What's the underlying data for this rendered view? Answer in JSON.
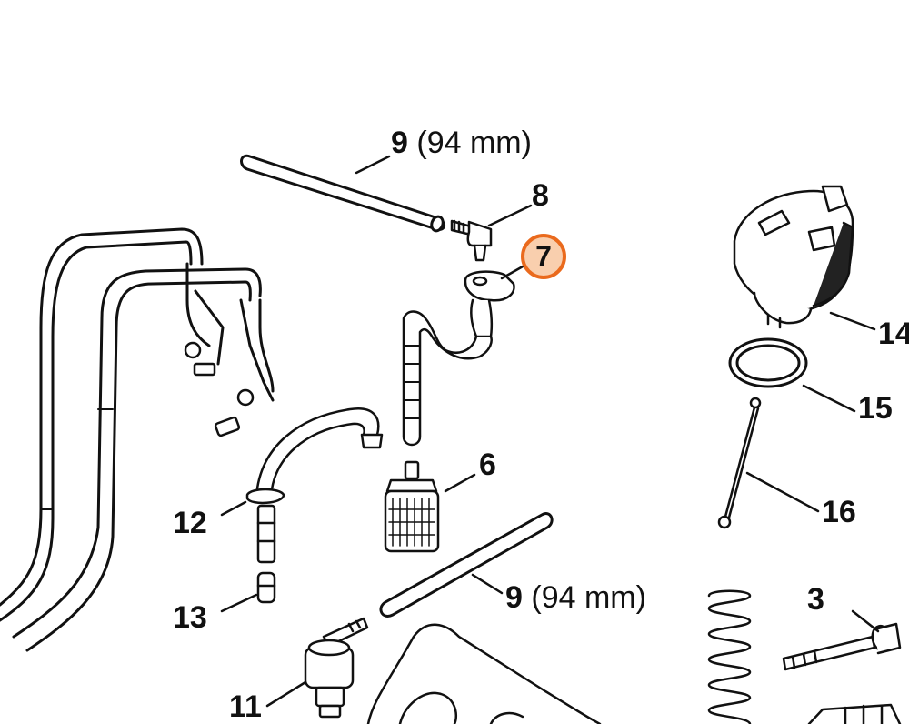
{
  "callouts": {
    "c3": "3",
    "c6": "6",
    "c7": "7",
    "c8": "8",
    "c9_top": "9",
    "c9_top_size": "(94 mm)",
    "c9_bottom": "9",
    "c9_bottom_size": "(94 mm)",
    "c11": "11",
    "c12": "12",
    "c13": "13",
    "c14": "14",
    "c15": "15",
    "c16": "16"
  },
  "highlight_color": "#ea6a1d",
  "highlight_fill": "#f9cfae"
}
